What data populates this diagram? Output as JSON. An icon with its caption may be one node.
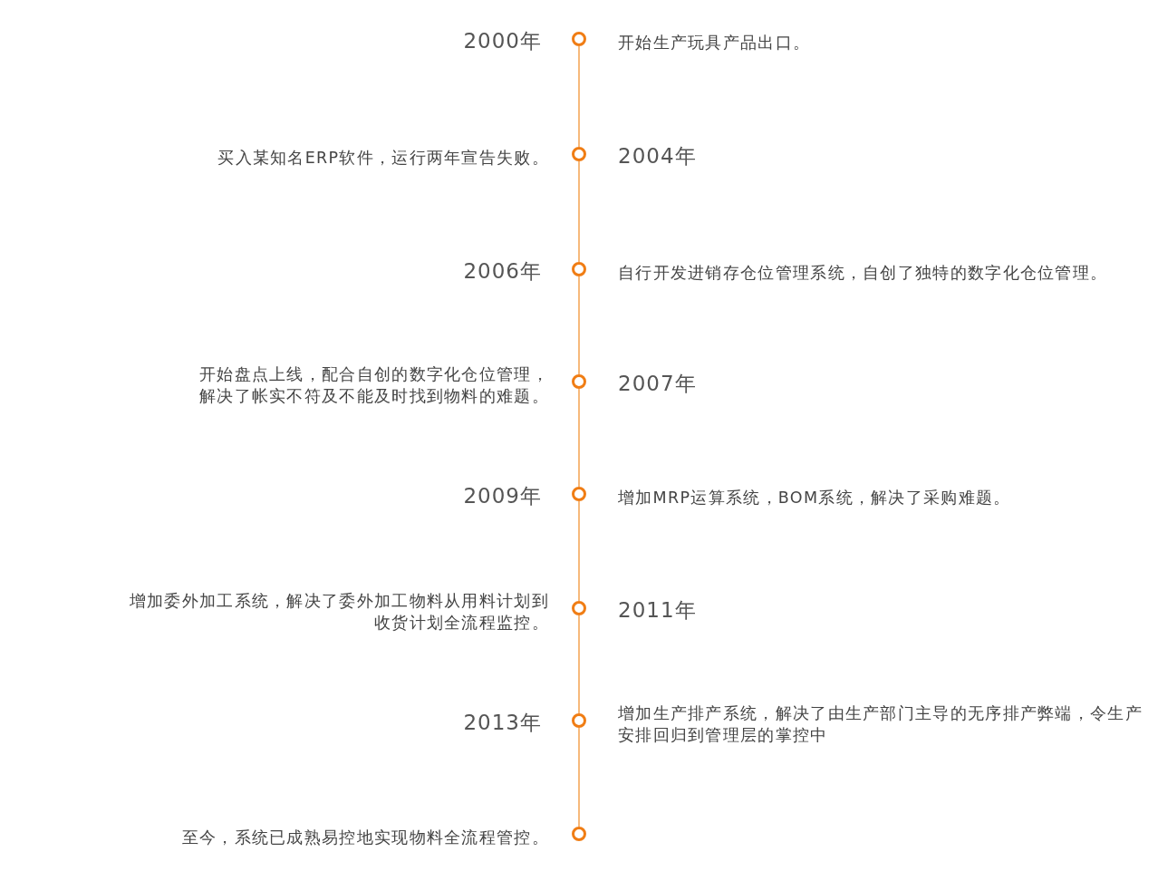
{
  "diagram": {
    "nodes": [
      {
        "text": [],
        "shape": "circle",
        "beside": [
          "2000年",
          "开始生产玩具产品出口。"
        ]
      },
      {
        "text": [],
        "shape": "circle",
        "beside": [
          "2004年",
          "买入某知名ERP软件，运行两年宣告失败。"
        ]
      },
      {
        "text": [],
        "shape": "circle",
        "beside": [
          "2006年",
          "自行开发进销存仓位管理系统，自创了独特的数字化仓位管理。"
        ]
      },
      {
        "text": [],
        "shape": "circle",
        "beside": [
          "2007年",
          "开始盘点上线，配合自创的数字化仓位管理，解决了帐实不符及不能及时找到物料的难题。"
        ]
      },
      {
        "text": [],
        "shape": "circle",
        "beside": [
          "2009年",
          "增加MRP运算系统，BOM系统，解决了采购难题。"
        ]
      },
      {
        "text": [],
        "shape": "circle",
        "beside": [
          "2011年",
          "增加委外加工系统，解决了委外加工物料从用料计划到收货计划全流程监控。"
        ]
      },
      {
        "text": [],
        "shape": "circle",
        "beside": [
          "2013年",
          "增加生产排产系统，解决了由生产部门主导的无序排产弊端，令生产安排回归到管理层的掌控中"
        ]
      },
      {
        "text": [],
        "shape": "circle",
        "beside": [
          "至今，系统已成熟易控地实现物料全流程管控。"
        ]
      }
    ],
    "edges": [
      {
        "from": 0,
        "to": 1,
        "arrow": "none"
      },
      {
        "from": 1,
        "to": 2,
        "arrow": "none"
      },
      {
        "from": 2,
        "to": 3,
        "arrow": "none"
      },
      {
        "from": 3,
        "to": 4,
        "arrow": "none"
      },
      {
        "from": 4,
        "to": 5,
        "arrow": "none"
      },
      {
        "from": 5,
        "to": 6,
        "arrow": "none"
      },
      {
        "from": 6,
        "to": 7,
        "arrow": "none"
      }
    ]
  }
}
